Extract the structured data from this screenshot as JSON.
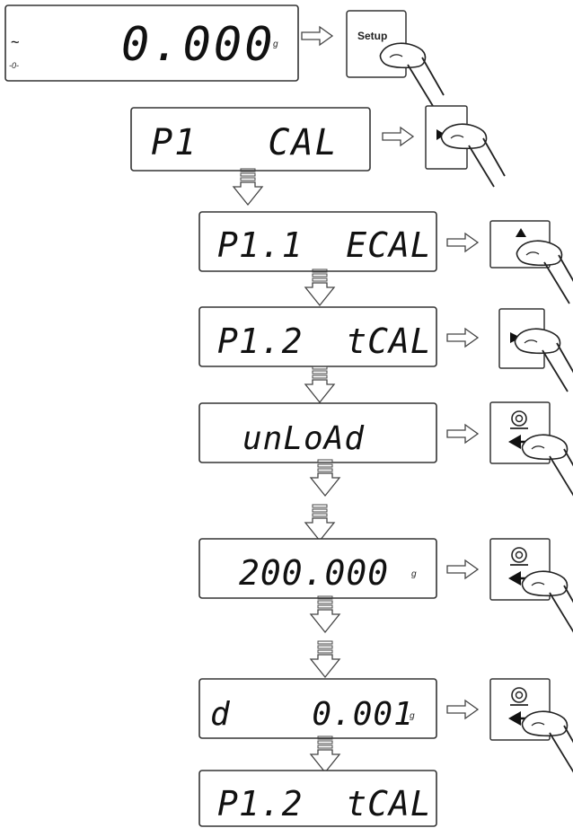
{
  "steps": [
    {
      "id": "start",
      "display": "0.000",
      "unit": "g",
      "indicators": [
        "~",
        "-0-"
      ],
      "key": "setup"
    },
    {
      "id": "p1",
      "display": "P1   CAL",
      "unit": "",
      "key": "right"
    },
    {
      "id": "p11",
      "display": "P1.1  ECAL",
      "unit": "",
      "key": "up"
    },
    {
      "id": "p12",
      "display": "P1.2  tCAL",
      "unit": "",
      "key": "right"
    },
    {
      "id": "unload",
      "display": "unLoAd",
      "unit": "",
      "key": "enter"
    },
    {
      "id": "mass",
      "display": "200.000",
      "unit": "g",
      "key": "enter"
    },
    {
      "id": "dval",
      "display": "d    0.001",
      "unit": "g",
      "key": "enter"
    },
    {
      "id": "final",
      "display": "P1.2  tCAL",
      "unit": ""
    }
  ],
  "keys": {
    "setup_label": "Setup"
  }
}
